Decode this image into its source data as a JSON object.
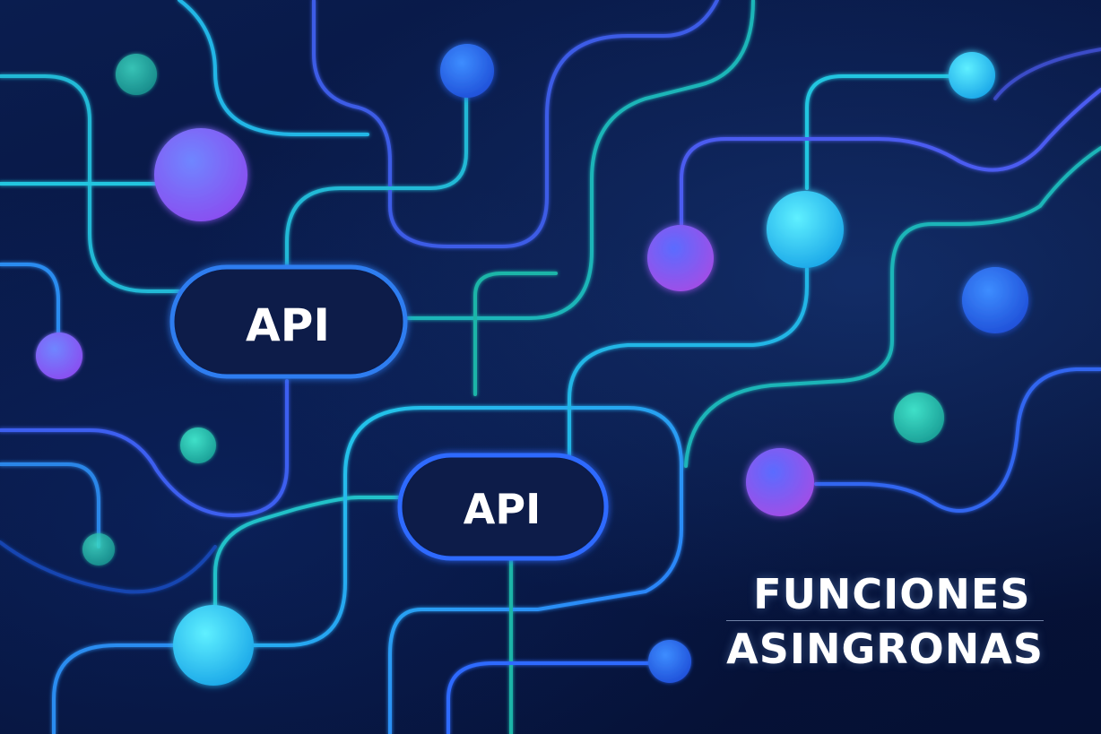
{
  "nodes": {
    "api_top_label": "API",
    "api_bottom_label": "API"
  },
  "title": {
    "line1": "FUNCIONES",
    "line2": "ASINGRONAS"
  },
  "colors": {
    "background": "#061238",
    "cyan": "#22d3e6",
    "teal": "#1fb5a8",
    "blue": "#2f6bff",
    "violet": "#7a4dff",
    "text": "#ffffff"
  }
}
